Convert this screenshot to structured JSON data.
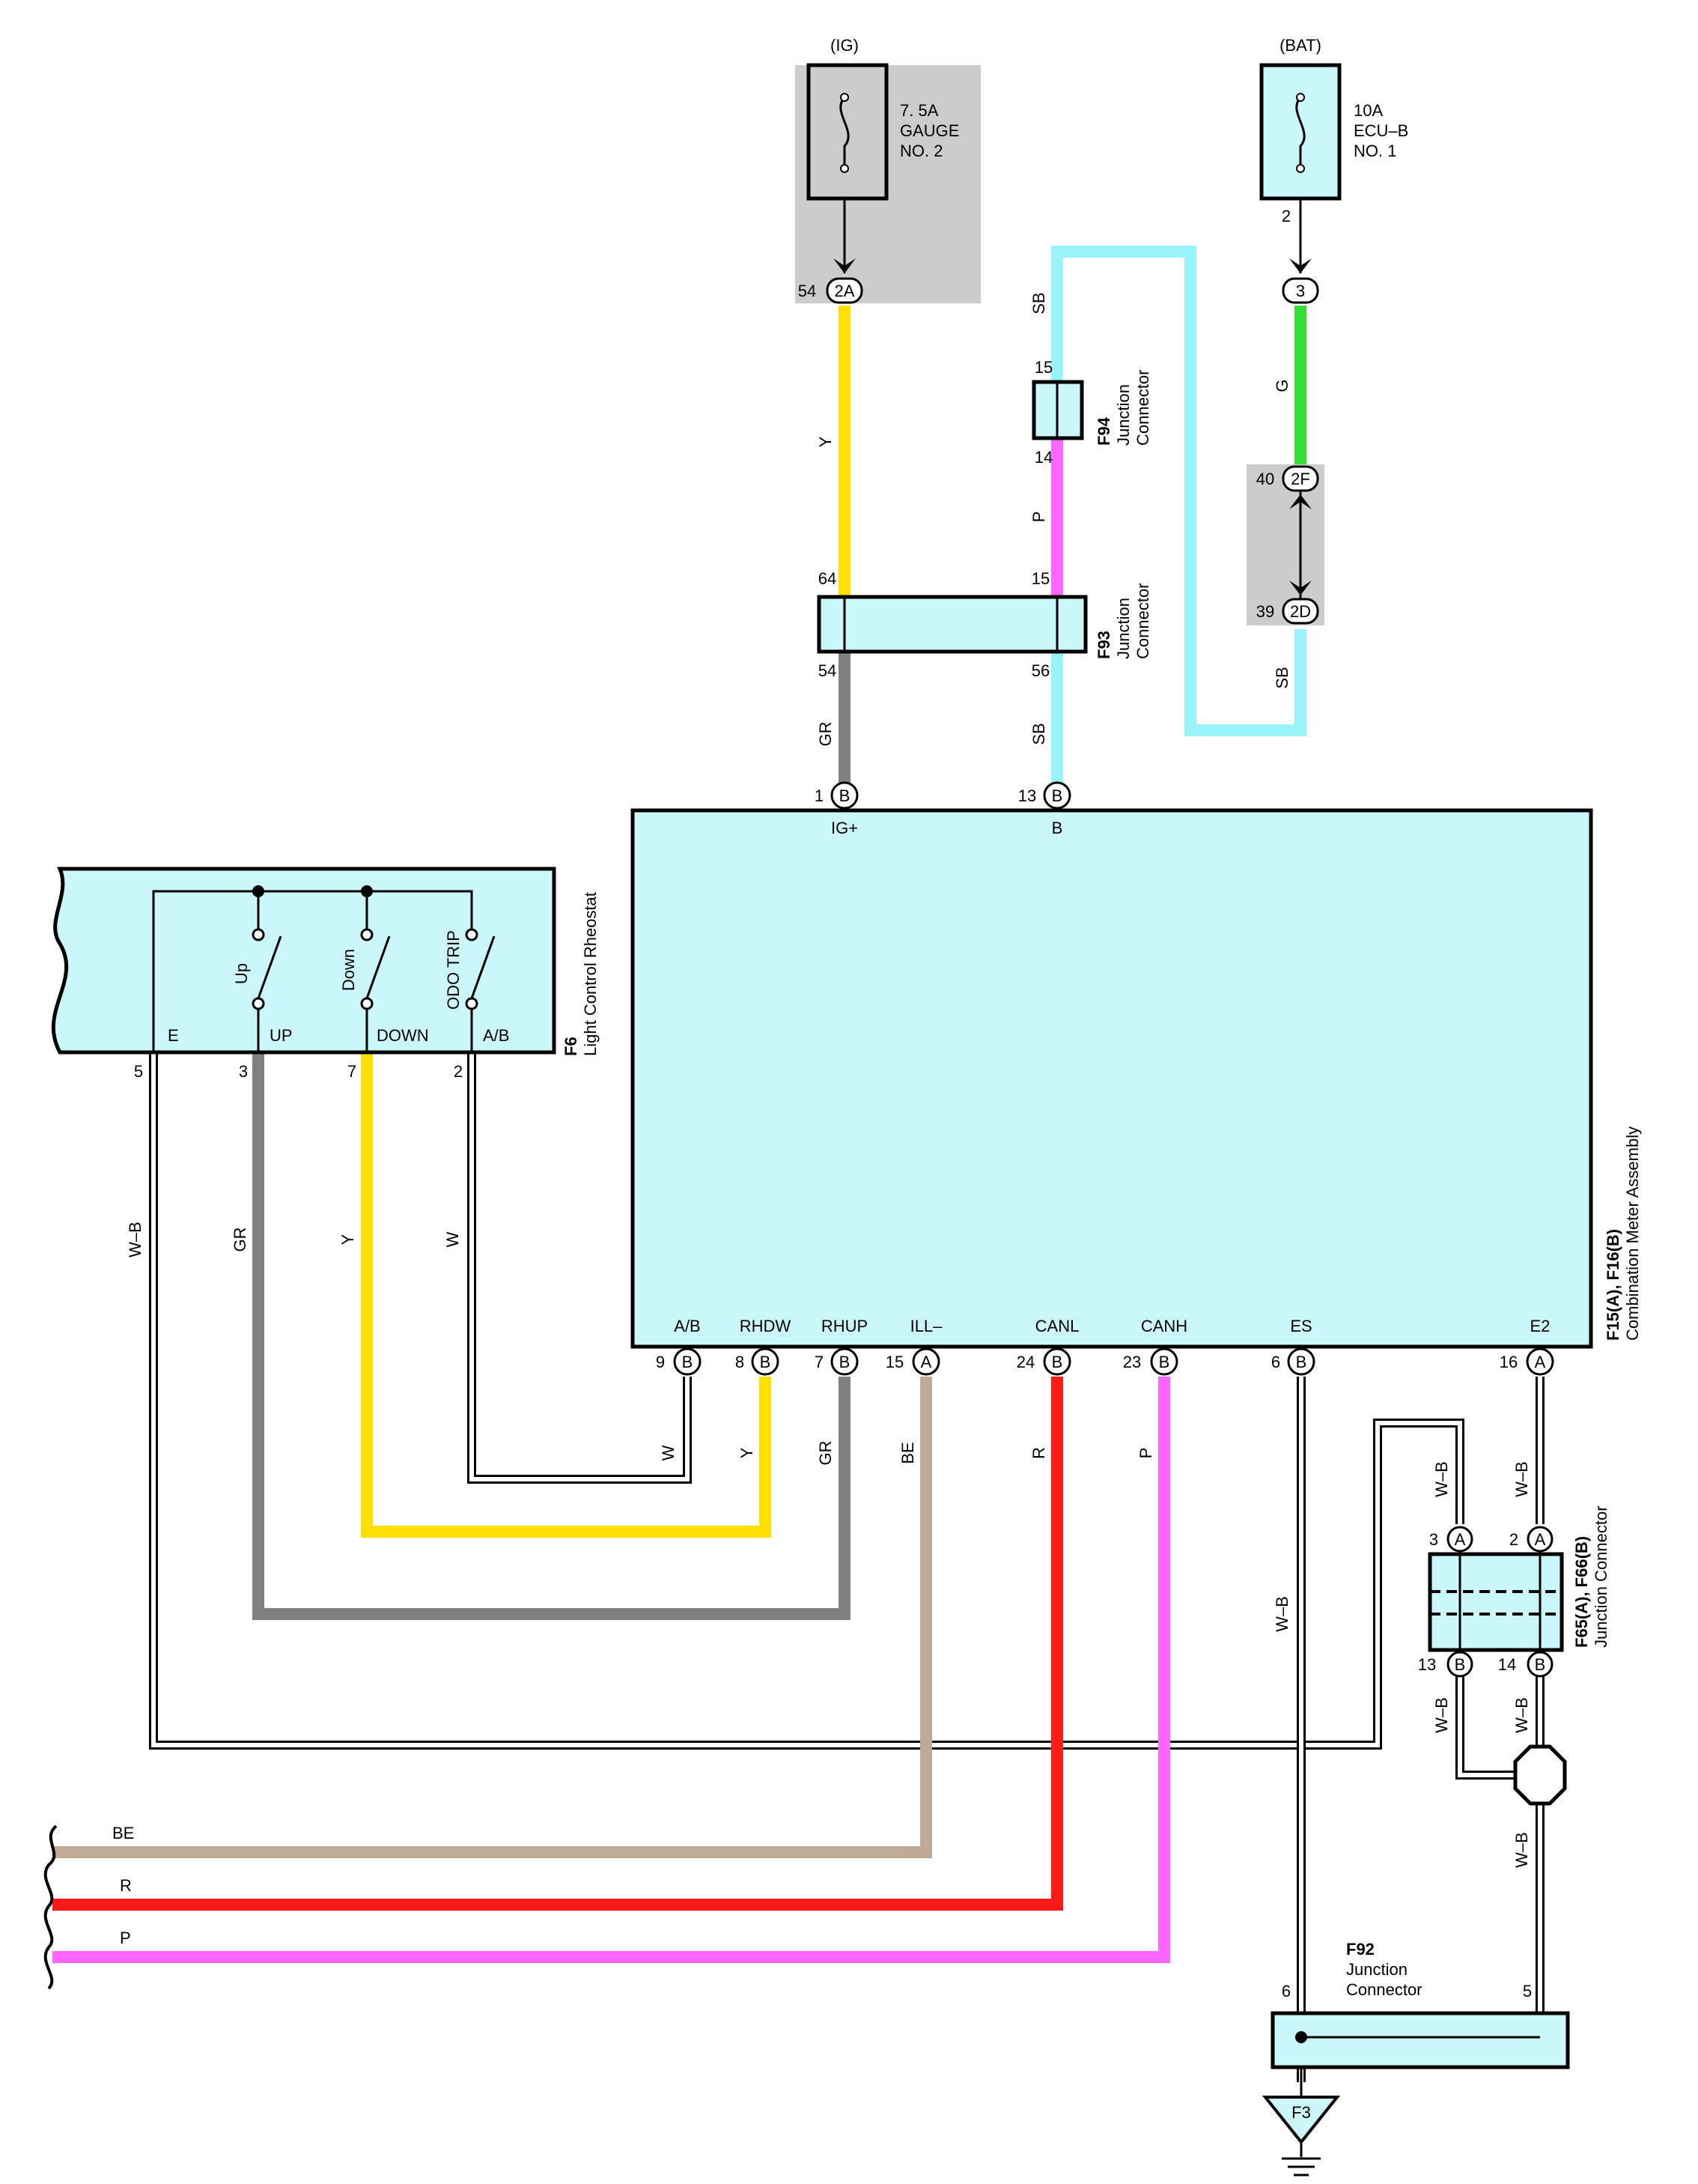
{
  "power": {
    "ig": {
      "label": "(IG)",
      "fuse_amp": "7. 5A",
      "fuse_name": "GAUGE",
      "fuse_no": "NO. 2"
    },
    "bat": {
      "label": "(BAT)",
      "fuse_amp": "10A",
      "fuse_name": "ECU–B",
      "fuse_no": "NO. 1"
    }
  },
  "wire_colors": {
    "Y": "#ffe000",
    "SB": "#99f3fa",
    "G": "#33e033",
    "P": "#ff66ff",
    "GR": "#808080",
    "W": "#ffffff",
    "BE": "#bfa994",
    "R": "#ff1a1a",
    "W-B": "#ffffff"
  },
  "fill_colors": {
    "component": "#ccf7fa",
    "shade": "#cccccc"
  },
  "wires": {
    "y_top": "Y",
    "sb_top": "SB",
    "p_mid": "P",
    "sb_mid": "SB",
    "gr_mid": "GR",
    "g_right": "G",
    "sb_right": "SB",
    "wb_left": "W–B",
    "gr_left": "GR",
    "y_left": "Y",
    "w_left": "W",
    "w_bot": "W",
    "y_bot": "Y",
    "gr_bot": "GR",
    "be_bot": "BE",
    "r_bot": "R",
    "p_bot": "P",
    "wb_es": "W–B",
    "wb_j3": "W–B",
    "wb_j2": "W–B",
    "wb_j13": "W–B",
    "wb_j14": "W–B",
    "wb_low": "W–B",
    "be_left": "BE",
    "r_left": "R",
    "p_left": "P"
  },
  "connectors": {
    "c2a": "2A",
    "c3": "3",
    "c2f": "2F",
    "c2d": "2D",
    "B": "B",
    "A": "A"
  },
  "pins": {
    "p54": "54",
    "p2": "2",
    "p15a": "15",
    "p14": "14",
    "p40": "40",
    "p39": "39",
    "p64": "64",
    "p15b": "15",
    "p54b": "54",
    "p56": "56",
    "p1": "1",
    "p13": "13",
    "f6_5": "5",
    "f6_3": "3",
    "f6_7": "7",
    "f6_2": "2",
    "m9": "9",
    "m8": "8",
    "m7": "7",
    "m15": "15",
    "m24": "24",
    "m23": "23",
    "m6": "6",
    "m16": "16",
    "j3": "3",
    "j2": "2",
    "j13": "13",
    "j14": "14",
    "f92_6": "6",
    "f92_5": "5"
  },
  "components": {
    "f94": {
      "code": "F94",
      "name1": "Junction",
      "name2": "Connector"
    },
    "f93": {
      "code": "F93",
      "name1": "Junction",
      "name2": "Connector"
    },
    "f6": {
      "code": "F6",
      "name": "Light Control Rheostat"
    },
    "meter": {
      "code": "F15(A), F16(B)",
      "name": "Combination Meter Assembly"
    },
    "jc": {
      "code": "F65(A), F66(B)",
      "name": "Junction Connector"
    },
    "f92": {
      "code": "F92",
      "name1": "Junction",
      "name2": "Connector"
    },
    "ground": "F3"
  },
  "meter_terminals": {
    "ig": "IG+",
    "b": "B",
    "ab": "A/B",
    "rhdw": "RHDW",
    "rhup": "RHUP",
    "ill": "ILL–",
    "canl": "CANL",
    "canh": "CANH",
    "es": "ES",
    "e2": "E2"
  },
  "rheostat": {
    "switch_up": "Up",
    "switch_down": "Down",
    "switch_odo": "ODO TRIP",
    "t_e": "E",
    "t_up": "UP",
    "t_down": "DOWN",
    "t_ab": "A/B"
  }
}
